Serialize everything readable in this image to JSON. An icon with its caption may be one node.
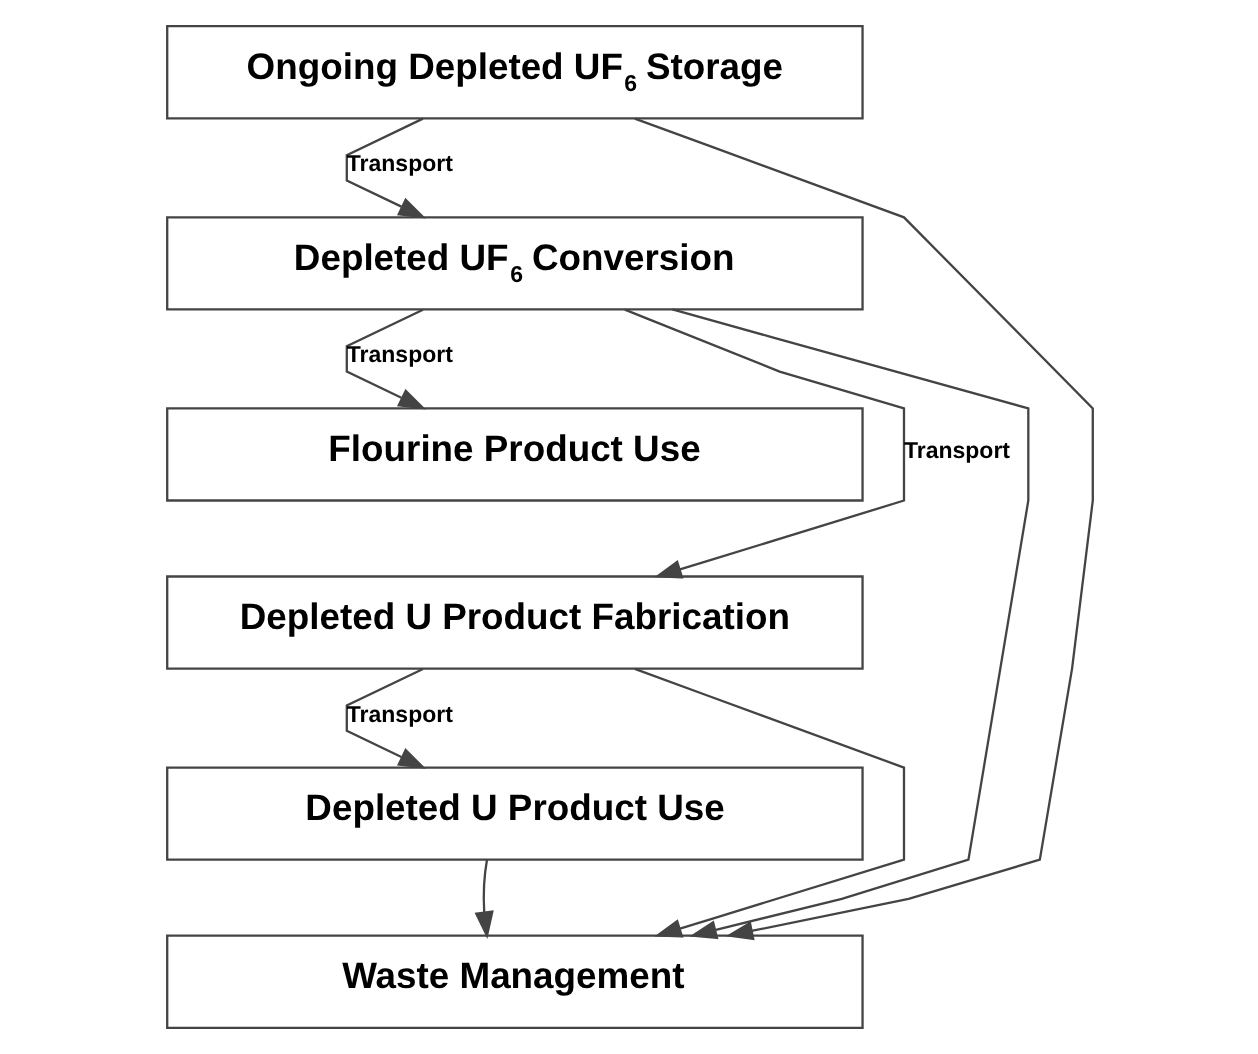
{
  "diagram": {
    "nodes": [
      {
        "text": [
          "Ongoing Depleted UF$_{6}$ Storage"
        ]
      },
      {
        "text": [
          "Depleted UF$_{6}$ Conversion"
        ]
      },
      {
        "text": [
          "Flourine Product Use"
        ]
      },
      {
        "text": [
          "Depleted U Product Fabrication"
        ]
      },
      {
        "text": [
          "Depleted U Product Use"
        ]
      },
      {
        "text": [
          "Waste Management"
        ]
      }
    ],
    "edges": [
      {
        "from": 0,
        "to": 1,
        "arrow": "to",
        "label": "Transport"
      },
      {
        "from": 1,
        "to": 2,
        "arrow": "to",
        "label": "Transport"
      },
      {
        "from": 1,
        "to": 3,
        "arrow": "to",
        "label": "Transport"
      },
      {
        "from": 3,
        "to": 4,
        "arrow": "to",
        "label": "Transport"
      },
      {
        "from": 0,
        "to": 5,
        "arrow": "to"
      },
      {
        "from": 1,
        "to": 5,
        "arrow": "to"
      },
      {
        "from": 3,
        "to": 5,
        "arrow": "to"
      },
      {
        "from": 4,
        "to": 5,
        "arrow": "to"
      }
    ]
  }
}
